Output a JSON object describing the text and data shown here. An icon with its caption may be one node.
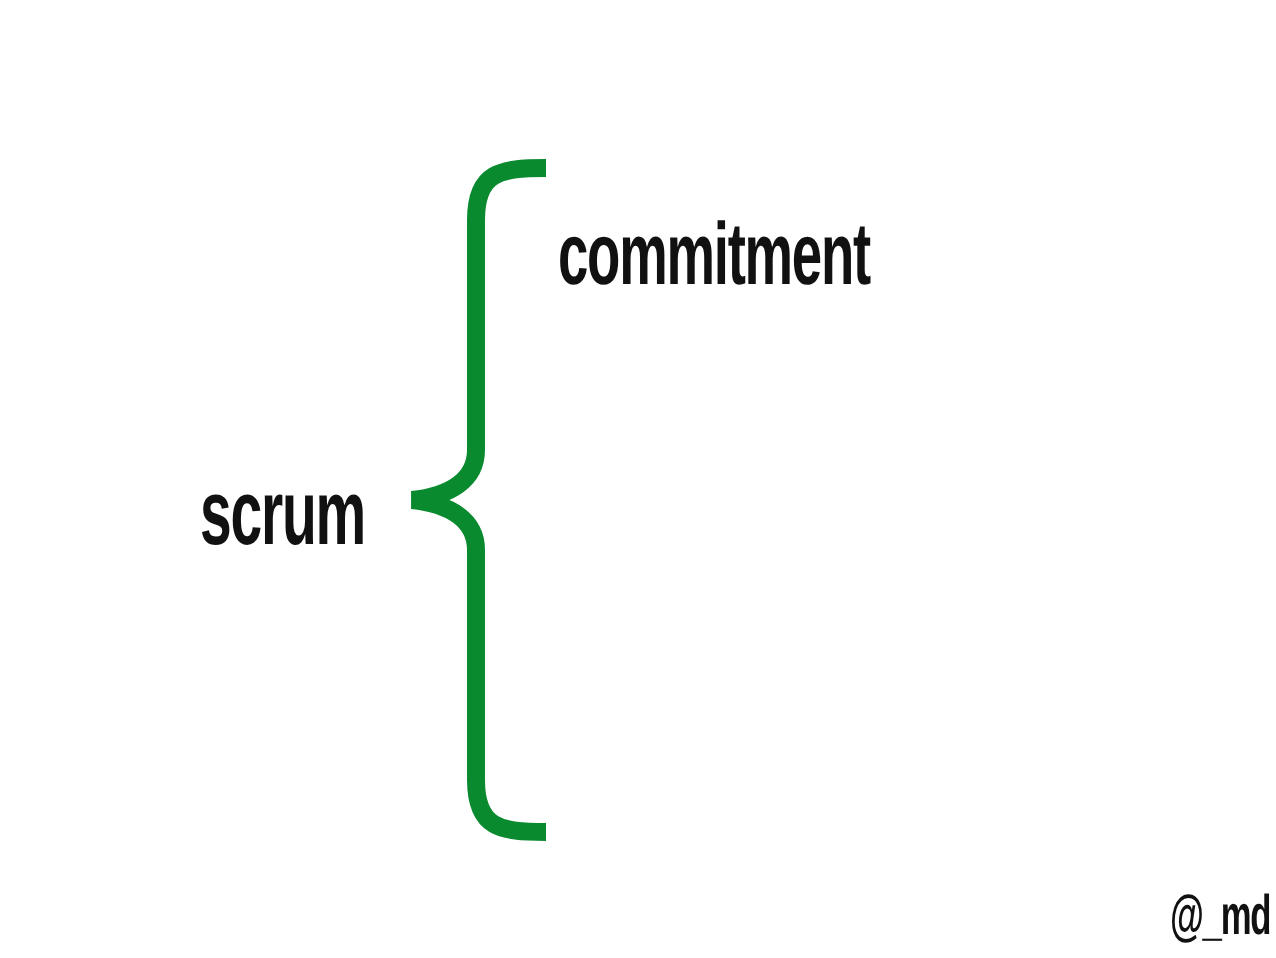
{
  "diagram": {
    "labels": [
      "commitment",
      "scrum",
      "@_md"
    ]
  }
}
